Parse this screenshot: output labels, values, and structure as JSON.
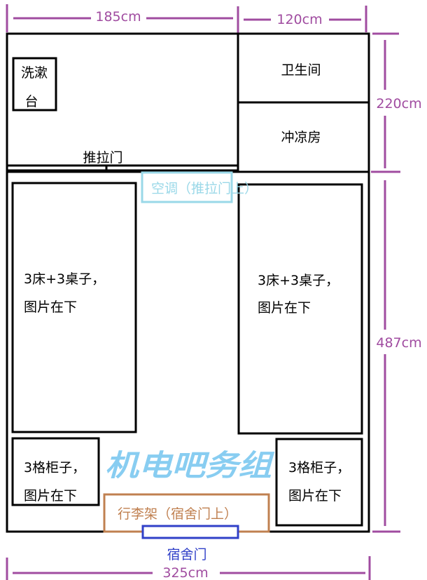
{
  "dimensions": {
    "top_left_width": "185cm",
    "top_right_width": "120cm",
    "right_top_height": "220cm",
    "right_bottom_height": "487cm",
    "bottom_total_width": "325cm"
  },
  "rooms": {
    "sink_line1": "洗漱",
    "sink_line2": "台",
    "toilet": "卫生间",
    "shower": "冲凉房",
    "sliding_door": "推拉门",
    "air_conditioner": "空调（推拉门上）",
    "left_bed_line1": "3床+3桌子，",
    "left_bed_line2": "图片在下",
    "right_bed_line1": "3床+3桌子，",
    "right_bed_line2": "图片在下",
    "left_cabinet_line1": "3格柜子，",
    "left_cabinet_line2": "图片在下",
    "right_cabinet_line1": "3格柜子，",
    "right_cabinet_line2": "图片在下",
    "luggage_rack": "行李架（宿舍门上）",
    "dorm_door": "宿舍门"
  },
  "watermark": "机电吧务组",
  "colors": {
    "wall": "#000000",
    "dimension": "#a04ca0",
    "air_conditioner": "#9ad8e8",
    "luggage_rack": "#c08050",
    "dorm_door": "#3040c8",
    "watermark": "#7cc8f0"
  }
}
